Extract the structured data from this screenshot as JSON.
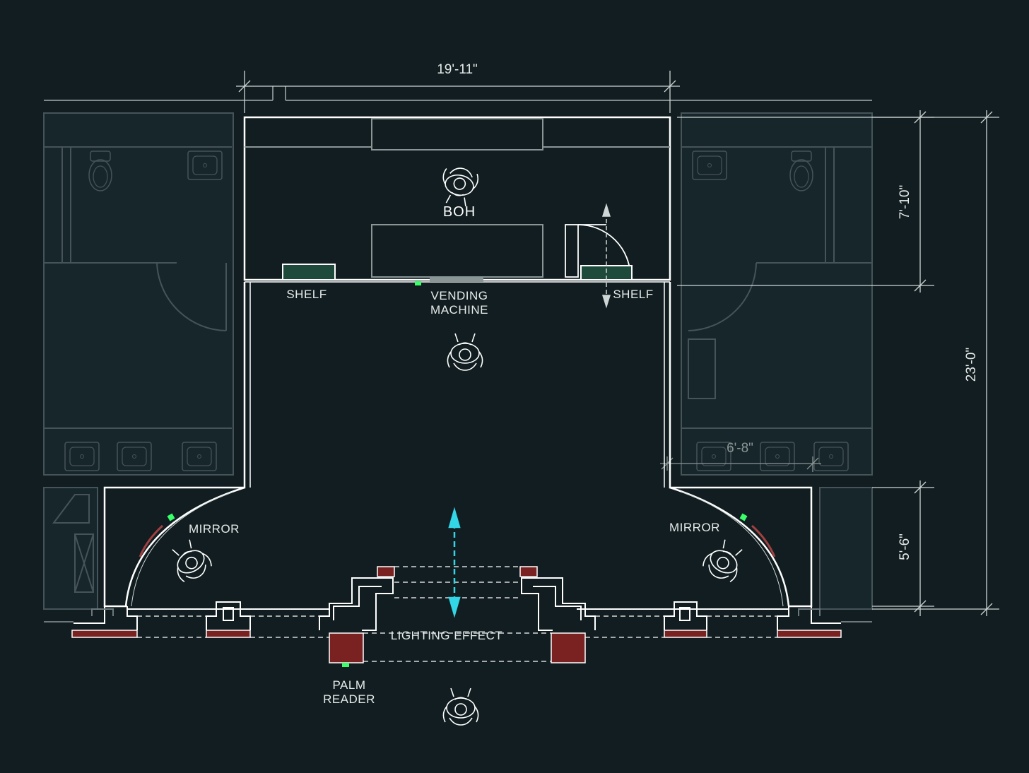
{
  "dimensions": {
    "width_top": "19'-11\"",
    "height_boh": "7'-10\"",
    "height_total": "23'-0\"",
    "height_front": "5'-6\"",
    "side_width": "6'-8\""
  },
  "labels": {
    "boh": "BOH",
    "shelf_left": "SHELF",
    "shelf_right": "SHELF",
    "vending_line1": "VENDING",
    "vending_line2": "MACHINE",
    "mirror_left": "MIRROR",
    "mirror_right": "MIRROR",
    "lighting_effect": "LIGHTING EFFECT",
    "palm_line1": "PALM",
    "palm_line2": "READER"
  },
  "colors": {
    "background": "#111d20",
    "wall": "#ffffff",
    "shelf_fill": "#1d4a3a",
    "pillar_fill": "#7a2222",
    "sensor": "#39ff6a",
    "light_arrow": "#33d6e6",
    "faded_plan": "#46545a"
  }
}
